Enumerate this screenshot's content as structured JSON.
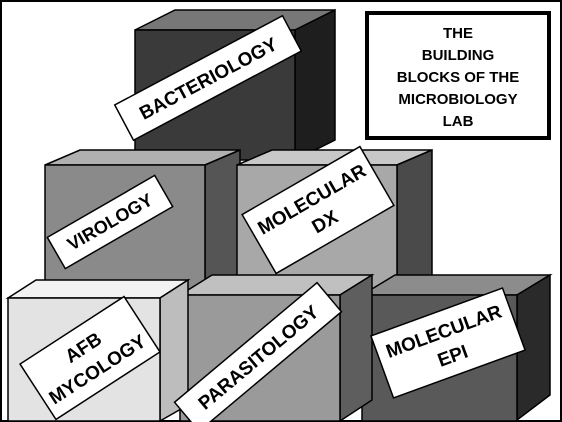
{
  "title": {
    "lines": [
      "THE",
      "BUILDING",
      "BLOCKS OF THE",
      "MICROBIOLOGY",
      "LAB"
    ]
  },
  "blocks": [
    {
      "id": "bacteriology",
      "label_lines": [
        "BACTERIOLOGY"
      ],
      "color": "#3a3a3a"
    },
    {
      "id": "virology",
      "label_lines": [
        "VIROLOGY"
      ],
      "color": "#8a8a8a"
    },
    {
      "id": "molecular-dx",
      "label_lines": [
        "MOLECULAR",
        "DX"
      ],
      "color": "#a8a8a8"
    },
    {
      "id": "afb-mycology",
      "label_lines": [
        "AFB",
        "MYCOLOGY"
      ],
      "color": "#e3e3e3"
    },
    {
      "id": "parasitology",
      "label_lines": [
        "PARASITOLOGY"
      ],
      "color": "#9a9a9a"
    },
    {
      "id": "molecular-epi",
      "label_lines": [
        "MOLECULAR",
        "EPI"
      ],
      "color": "#595959"
    }
  ]
}
